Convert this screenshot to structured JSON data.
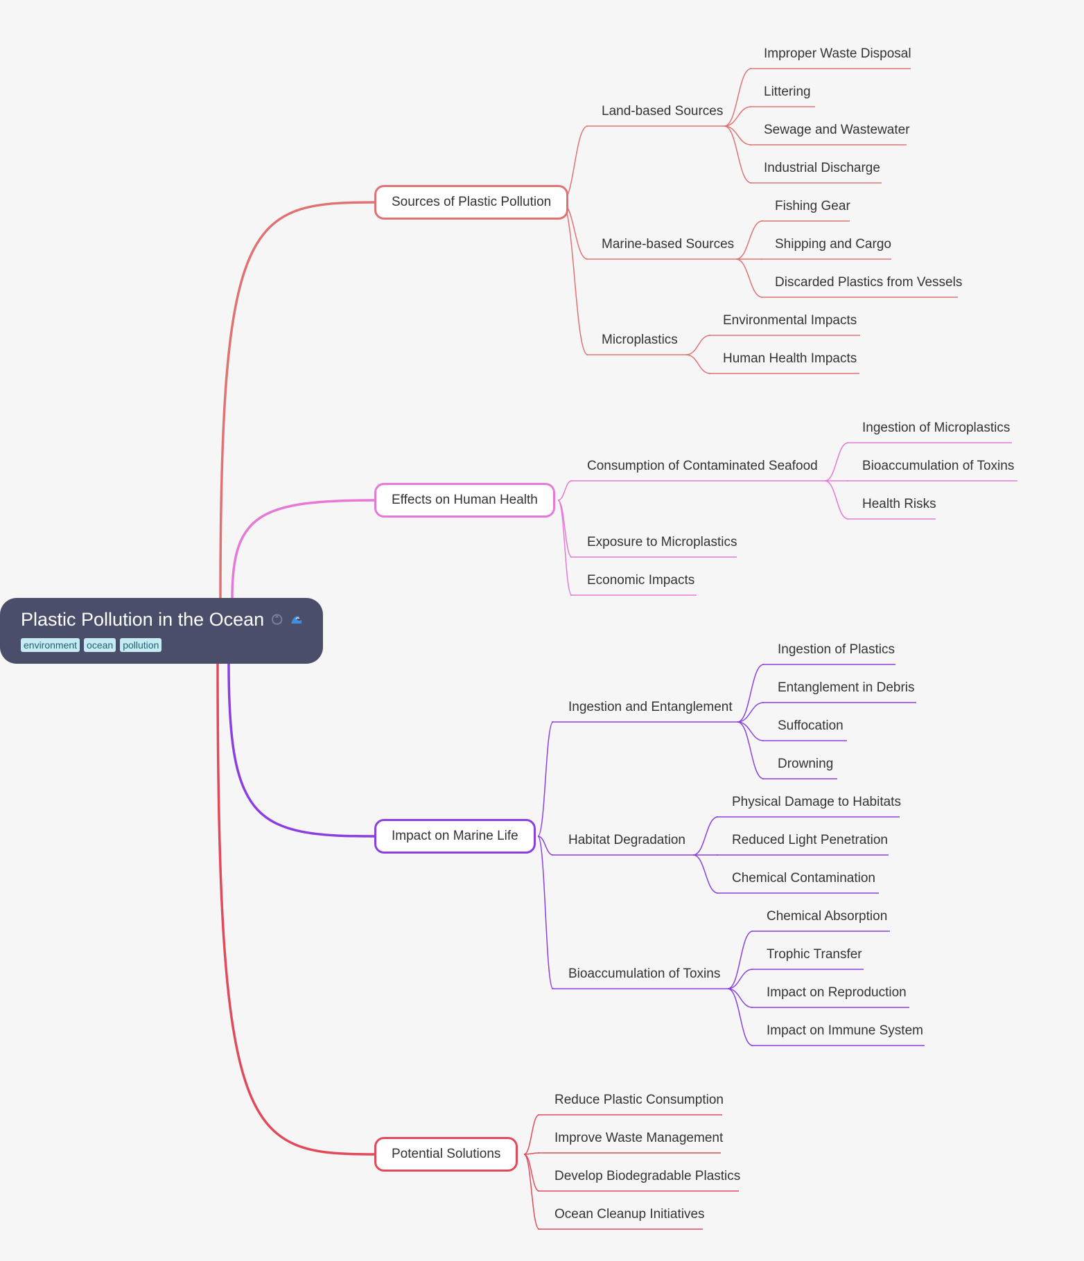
{
  "root": {
    "title": "Plastic Pollution in the Ocean",
    "icons": [
      "recycle-icon",
      "wave-icon"
    ],
    "tags": [
      "environment",
      "ocean",
      "pollution"
    ]
  },
  "branches": [
    {
      "label": "Sources of Plastic Pollution",
      "color": "#df7373",
      "children": [
        {
          "label": "Land-based Sources",
          "children": [
            "Improper Waste Disposal",
            "Littering",
            "Sewage and Wastewater",
            "Industrial Discharge"
          ]
        },
        {
          "label": "Marine-based Sources",
          "children": [
            "Fishing Gear",
            "Shipping and Cargo",
            "Discarded Plastics from Vessels"
          ]
        },
        {
          "label": "Microplastics",
          "children": [
            "Environmental Impacts",
            "Human Health Impacts"
          ]
        }
      ]
    },
    {
      "label": "Effects on Human Health",
      "color": "#e678d6",
      "children": [
        {
          "label": "Consumption of Contaminated Seafood",
          "children": [
            "Ingestion of Microplastics",
            "Bioaccumulation of Toxins",
            "Health Risks"
          ]
        },
        {
          "label": "Exposure to Microplastics",
          "children": []
        },
        {
          "label": "Economic Impacts",
          "children": []
        }
      ]
    },
    {
      "label": "Impact on Marine Life",
      "color": "#8a3fe0",
      "children": [
        {
          "label": "Ingestion and Entanglement",
          "children": [
            "Ingestion of Plastics",
            "Entanglement in Debris",
            "Suffocation",
            "Drowning"
          ]
        },
        {
          "label": "Habitat Degradation",
          "children": [
            "Physical Damage to Habitats",
            "Reduced Light Penetration",
            "Chemical Contamination"
          ]
        },
        {
          "label": "Bioaccumulation of Toxins",
          "children": [
            "Chemical Absorption",
            "Trophic Transfer",
            "Impact on Reproduction",
            "Impact on Immune System"
          ]
        }
      ]
    },
    {
      "label": "Potential Solutions",
      "color": "#e04a5a",
      "children": [
        {
          "label": "Reduce Plastic Consumption",
          "children": []
        },
        {
          "label": "Improve Waste Management",
          "children": []
        },
        {
          "label": "Develop Biodegradable Plastics",
          "children": []
        },
        {
          "label": "Ocean Cleanup Initiatives",
          "children": []
        }
      ]
    }
  ]
}
